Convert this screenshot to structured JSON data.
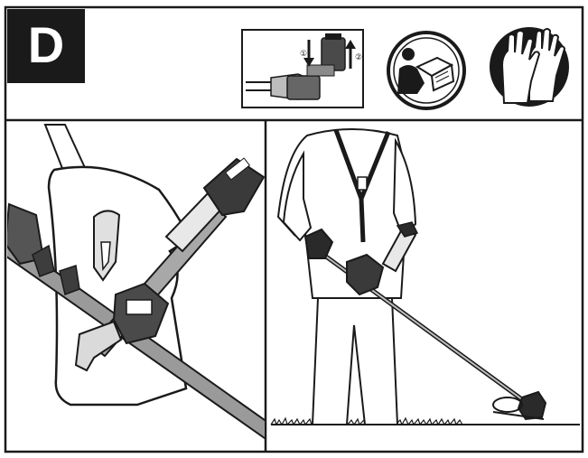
{
  "step_badge": {
    "label": "D"
  },
  "battery_inset": {
    "marker_1": "①",
    "marker_2": "②"
  },
  "icons": {
    "manual": "read-manual-icon",
    "gloves": "wear-gloves-icon"
  },
  "colors": {
    "ink": "#1a1a1a",
    "paper": "#ffffff",
    "shade": "#9a9a9a",
    "light_shade": "#d9d9d9"
  }
}
